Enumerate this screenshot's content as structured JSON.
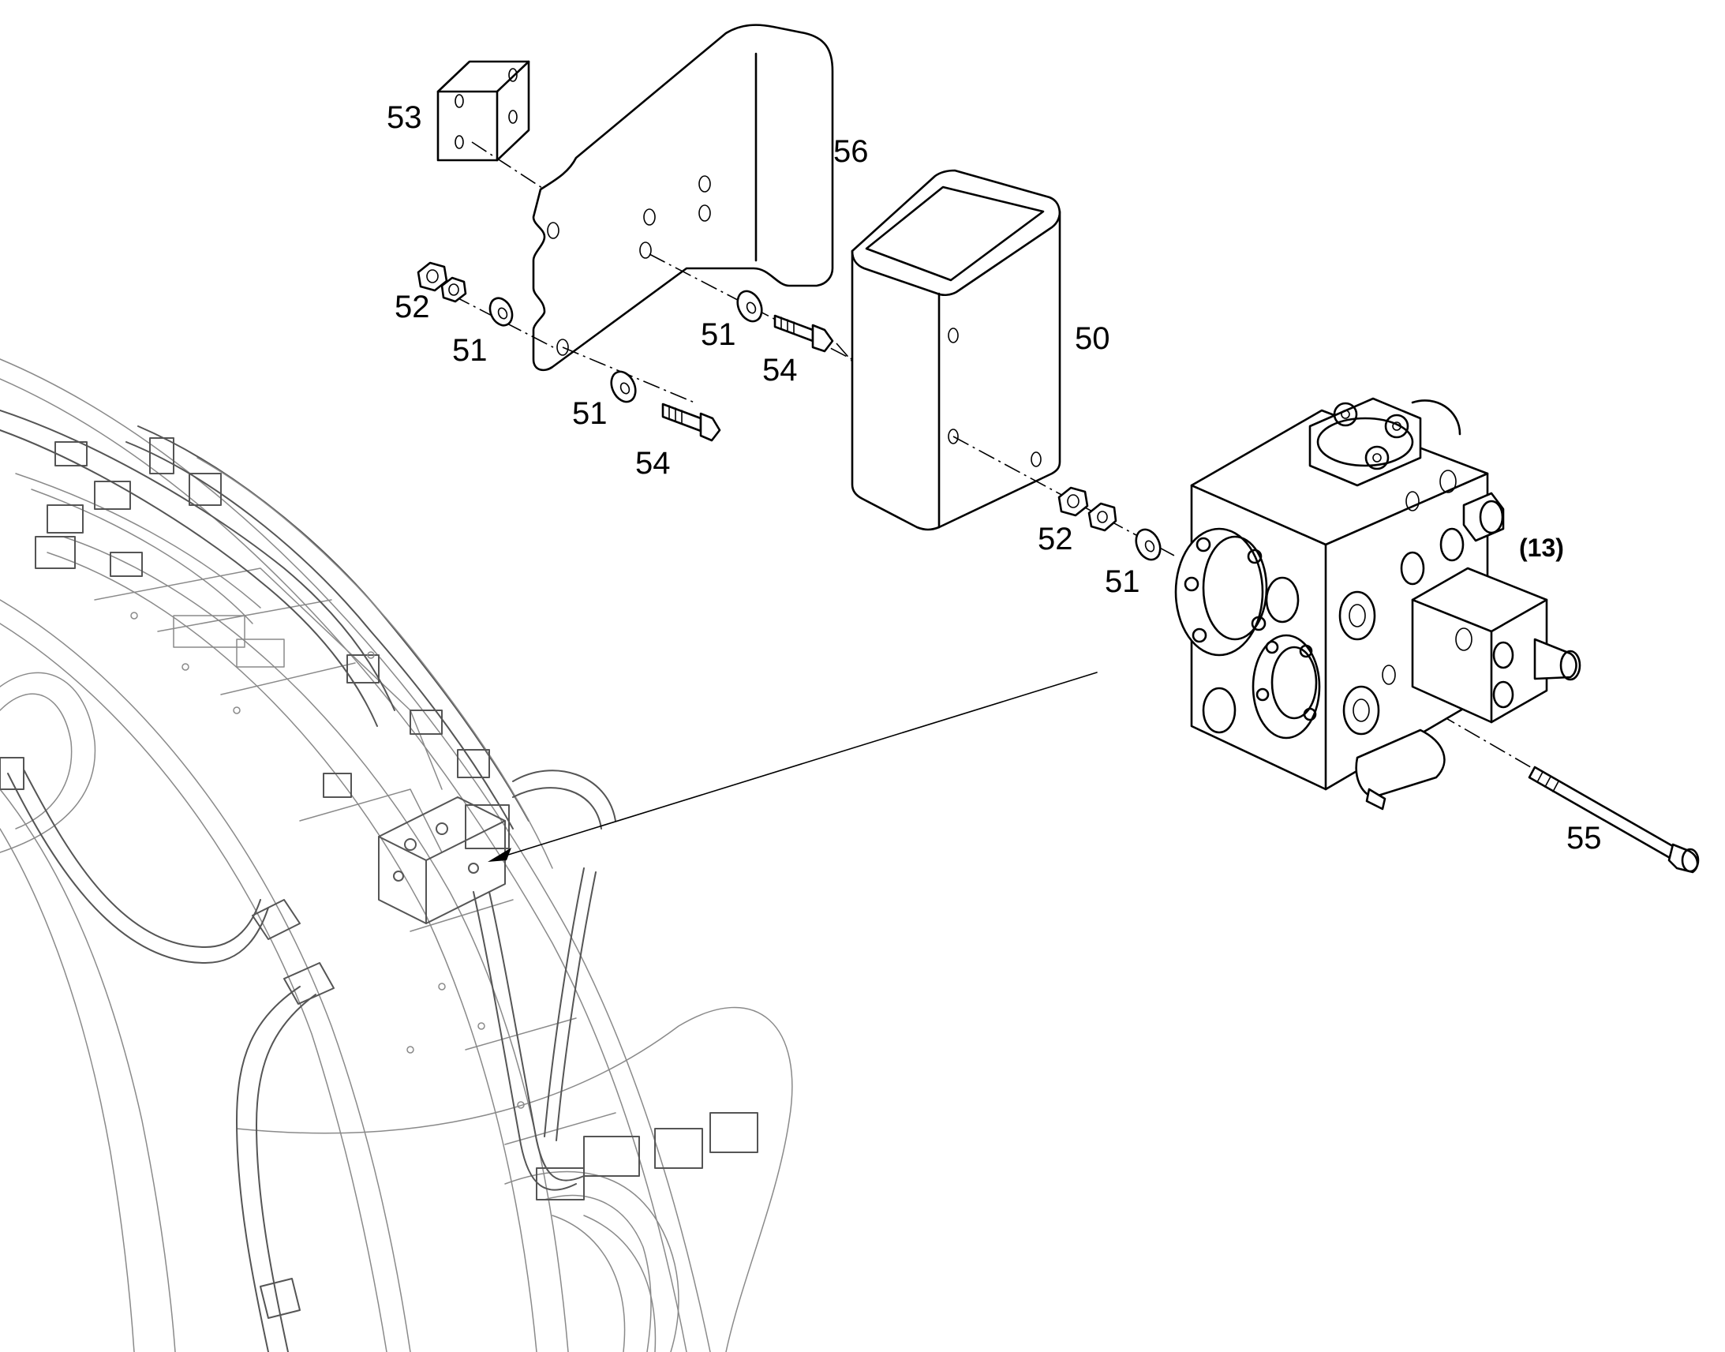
{
  "diagram": {
    "callouts": {
      "c50": "50",
      "c51a": "51",
      "c51b": "51",
      "c51c": "51",
      "c51d": "51",
      "c52a": "52",
      "c52b": "52",
      "c53": "53",
      "c54a": "54",
      "c54b": "54",
      "c55": "55",
      "c56": "56",
      "c13": "(13)"
    }
  }
}
